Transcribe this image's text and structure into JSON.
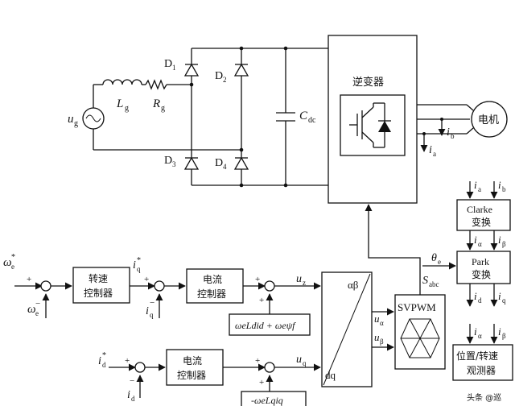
{
  "labels": {
    "source": "u",
    "source_sub": "g",
    "Lg": "L",
    "Lg_sub": "g",
    "Rg": "R",
    "Rg_sub": "g",
    "D1": "D",
    "D1_sub": "1",
    "D2": "D",
    "D2_sub": "2",
    "D3": "D",
    "D3_sub": "3",
    "D4": "D",
    "D4_sub": "4",
    "Cdc": "C",
    "Cdc_sub": "dc",
    "inverter": "逆变器",
    "motor": "电机",
    "ia_motor": "i",
    "ia_motor_sub": "a",
    "ib_motor": "i",
    "ib_motor_sub": "b",
    "omega_ref": "ω",
    "omega_ref_sub": "e",
    "omega_ref_sup": "*",
    "omega_fb": "ω",
    "omega_fb_sub": "e",
    "speed_ctrl_1": "转速",
    "speed_ctrl_2": "控制器",
    "iq_ref": "i",
    "iq_ref_sub": "q",
    "iq_ref_sup": "*",
    "iq_fb": "i",
    "iq_fb_sub": "q",
    "cur_ctrl_top_1": "电流",
    "cur_ctrl_top_2": "控制器",
    "uz_label": "u",
    "uz_label_sub": "z",
    "decouple_top": "ωeLdid + ωeψf",
    "id_ref": "i",
    "id_ref_sub": "d",
    "id_ref_sup": "*",
    "id_fb": "i",
    "id_fb_sub": "d",
    "cur_ctrl_bot_1": "电流",
    "cur_ctrl_bot_2": "控制器",
    "uq_label": "u",
    "uq_label_sub": "q",
    "decouple_bot": "-ωeLqiq",
    "transform_top": "αβ",
    "transform_bot": "dq",
    "u_alpha": "u",
    "u_alpha_sub": "α",
    "u_beta": "u",
    "u_beta_sub": "β",
    "svpwm": "SVPWM",
    "sabc": "S",
    "sabc_sub": "abc",
    "theta": "θ",
    "theta_sub": "e",
    "clarke_ia": "i",
    "clarke_ia_sub": "a",
    "clarke_ib": "i",
    "clarke_ib_sub": "b",
    "clarke_1": "Clarke",
    "clarke_2": "变换",
    "park_ialpha": "i",
    "park_ialpha_sub": "α",
    "park_ibeta": "i",
    "park_ibeta_sub": "β",
    "park_1": "Park",
    "park_2": "变换",
    "park_id": "i",
    "park_id_sub": "d",
    "park_iq": "i",
    "park_iq_sub": "q",
    "obs_ialpha": "i",
    "obs_ialpha_sub": "α",
    "obs_ibeta": "i",
    "obs_ibeta_sub": "β",
    "observer_1": "位置/转速",
    "observer_2": "观测器",
    "watermark": "头条 @巡"
  }
}
